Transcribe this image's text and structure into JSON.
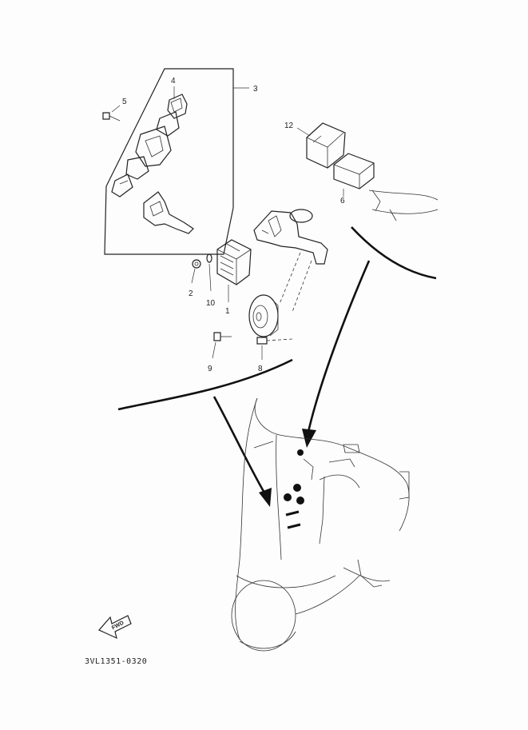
{
  "callouts": {
    "c1": "1",
    "c2": "2",
    "c3": "3",
    "c4": "4",
    "c5": "5",
    "c6": "6",
    "c8": "8",
    "c9": "9",
    "c10": "10",
    "c12": "12"
  },
  "drawing_code": "3VL1351-0320",
  "fwd_label": "FWD",
  "colors": {
    "ink": "#222222",
    "paper": "#fdfdfd"
  }
}
